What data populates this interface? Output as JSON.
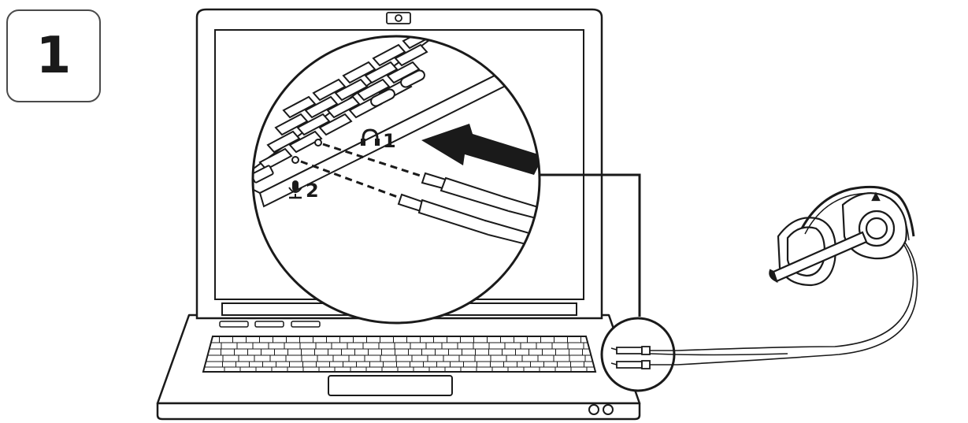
{
  "step": {
    "number": "1"
  },
  "callout": {
    "headphone_port": {
      "icon": "headphones-icon",
      "number": "1"
    },
    "mic_port": {
      "icon": "microphone-icon",
      "number": "2"
    }
  },
  "colors": {
    "ink": "#1a1a1a",
    "background": "#ffffff"
  }
}
